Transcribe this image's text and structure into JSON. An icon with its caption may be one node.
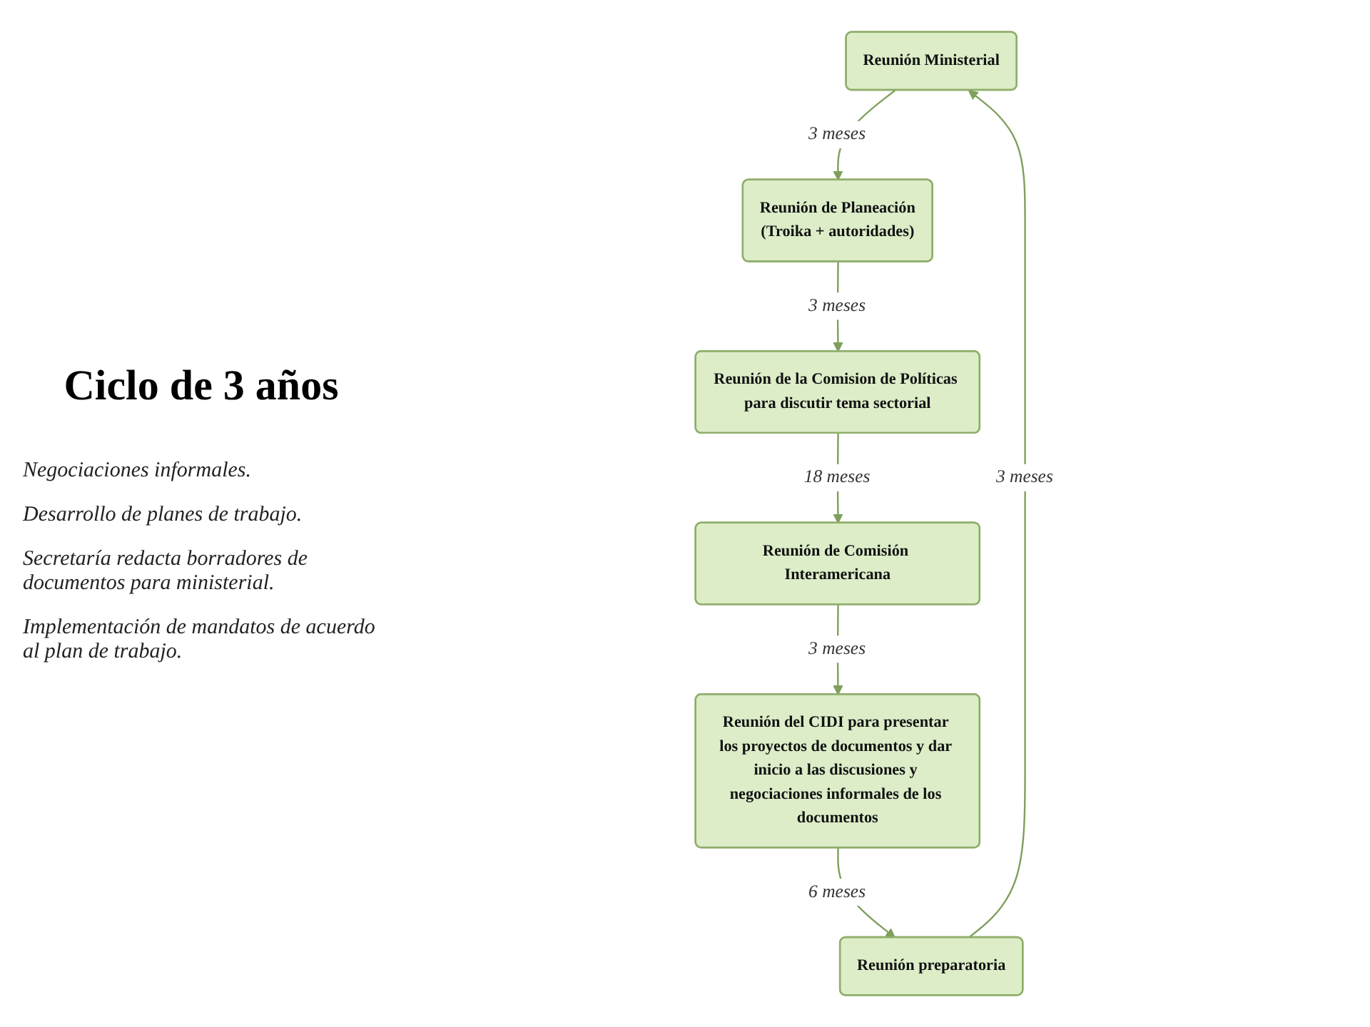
{
  "diagram": {
    "title": "Ciclo de 3 años",
    "nodes": [
      {
        "text": [
          "Reunión Ministerial"
        ]
      },
      {
        "text": [
          "Reunión de Planeación",
          "(Troika + autoridades)"
        ]
      },
      {
        "text": [
          "Reunión de la Comision de Políticas para discutir tema sectorial"
        ]
      },
      {
        "text": [
          "Reunión de Comisión Interamericana"
        ]
      },
      {
        "text": [
          "Reunión del CIDI para presentar los proyectos de documentos y dar inicio a las discusiones y negociaciones informales de los documentos"
        ]
      },
      {
        "text": [
          "Reunión preparatoria"
        ]
      }
    ],
    "edges": [
      {
        "from": 5,
        "to": 0,
        "arrow": "to",
        "label": "3 meses"
      },
      {
        "from": 0,
        "to": 1,
        "arrow": "to",
        "label": "3 meses"
      },
      {
        "from": 1,
        "to": 2,
        "arrow": "to",
        "label": "3 meses"
      },
      {
        "from": 4,
        "to": 5,
        "arrow": "to",
        "label": "6 meses"
      },
      {
        "from": 2,
        "to": 3,
        "arrow": "to",
        "label": "18 meses"
      },
      {
        "from": 3,
        "to": 4,
        "arrow": "to",
        "label": "3 meses"
      }
    ],
    "labels": [
      "Negociaciones informales.",
      "Desarrollo de planes de trabajo.",
      "Secretaría redacta borradores de documentos para ministerial.",
      "Implementación de mandatos de acuerdo al plan de trabajo."
    ]
  }
}
